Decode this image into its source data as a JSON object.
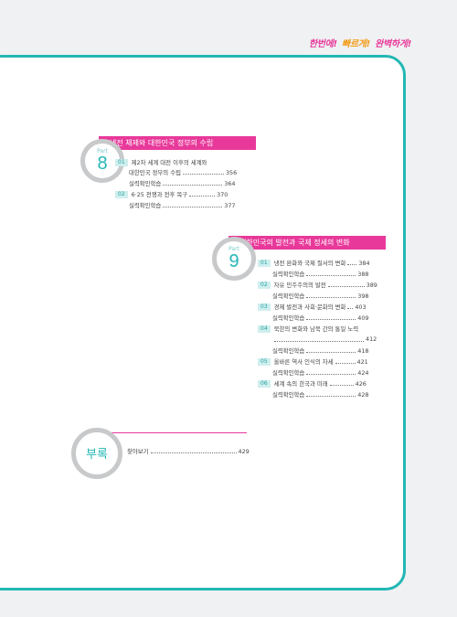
{
  "slogan": {
    "part1": "한번에!",
    "part2": "빠르게!",
    "part3": "완벽하게!"
  },
  "part8": {
    "label": "Part",
    "number": "8",
    "title": "냉전 체제와 대한민국 정부의 수립",
    "items": [
      {
        "tag": "01",
        "line1": "제2차 세계 대전 이후의 세계와",
        "line2": "대한민국 정부의 수립",
        "page": "356"
      },
      {
        "text": "실력확인학습",
        "page": "364"
      },
      {
        "tag": "02",
        "text": "6·25 전쟁과 전후 복구",
        "page": "370"
      },
      {
        "text": "실력확인학습",
        "page": "377"
      }
    ]
  },
  "part9": {
    "label": "Part",
    "number": "9",
    "title": "대한민국의 발전과 국제 정세의 변화",
    "items": [
      {
        "tag": "01",
        "text": "냉전 완화와 국제 질서의 변화",
        "page": "384"
      },
      {
        "text": "실력확인학습",
        "page": "388"
      },
      {
        "tag": "02",
        "text": "자유 민주주의의 발전",
        "page": "389"
      },
      {
        "text": "실력확인학습",
        "page": "398"
      },
      {
        "tag": "03",
        "text": "경제 발전과 사회·문화의 변화",
        "page": "403"
      },
      {
        "text": "실력확인학습",
        "page": "409"
      },
      {
        "tag": "04",
        "text": "북한의 변화와 남북 간의 통일 노력",
        "page": "412"
      },
      {
        "text": "실력확인학습",
        "page": "418"
      },
      {
        "tag": "05",
        "text": "올바른 역사 인식의 자세",
        "page": "421"
      },
      {
        "text": "실력확인학습",
        "page": "424"
      },
      {
        "tag": "06",
        "text": "세계 속의 한국과 미래",
        "page": "426"
      },
      {
        "text": "실력확인학습",
        "page": "428"
      }
    ]
  },
  "appendix": {
    "title": "부록",
    "item": "찾아보기",
    "page": "429"
  }
}
